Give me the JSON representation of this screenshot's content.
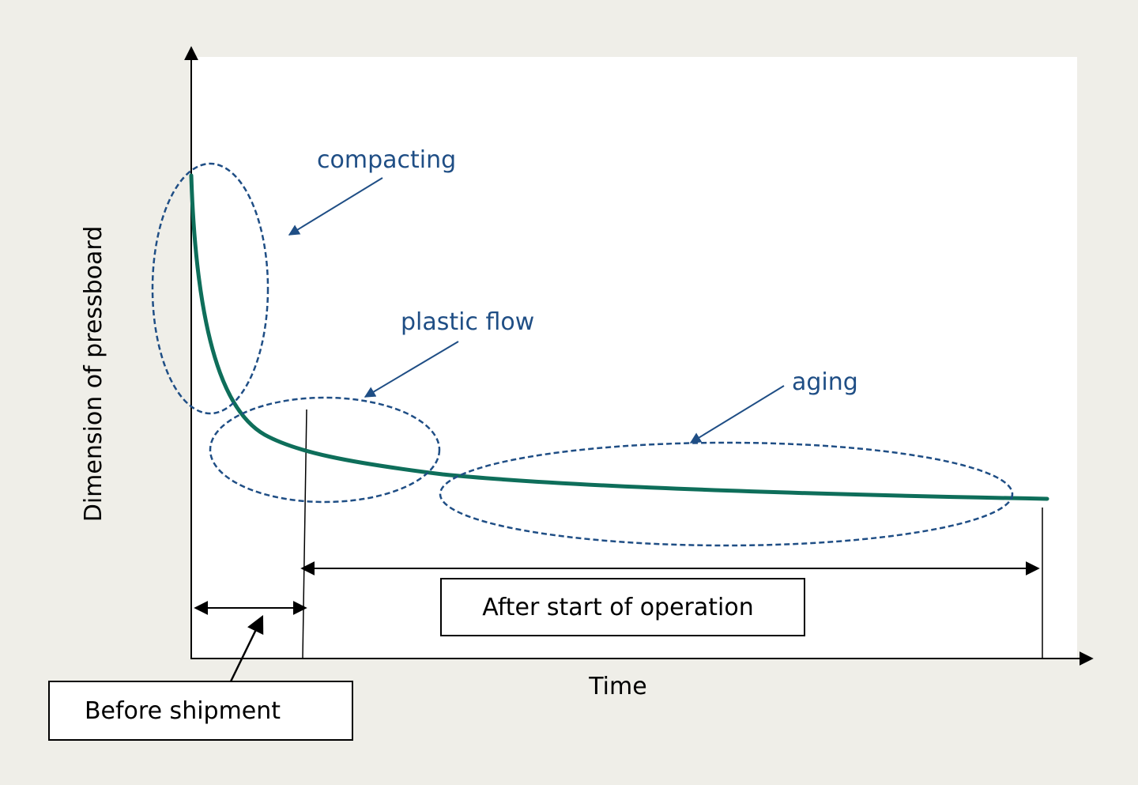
{
  "diagram": {
    "axis_labels": {
      "x": "Time",
      "y": "Dimension of pressboard"
    },
    "annotations": {
      "compacting": "compacting",
      "plastic_flow": "plastic flow",
      "aging": "aging"
    },
    "phases": {
      "before": "Before shipment",
      "after": "After start of operation"
    }
  },
  "colors": {
    "background": "#efeee8",
    "plot_area": "#ffffff",
    "curve": "#0e6e5a",
    "annotation": "#1f4e85",
    "axis": "#000000"
  }
}
